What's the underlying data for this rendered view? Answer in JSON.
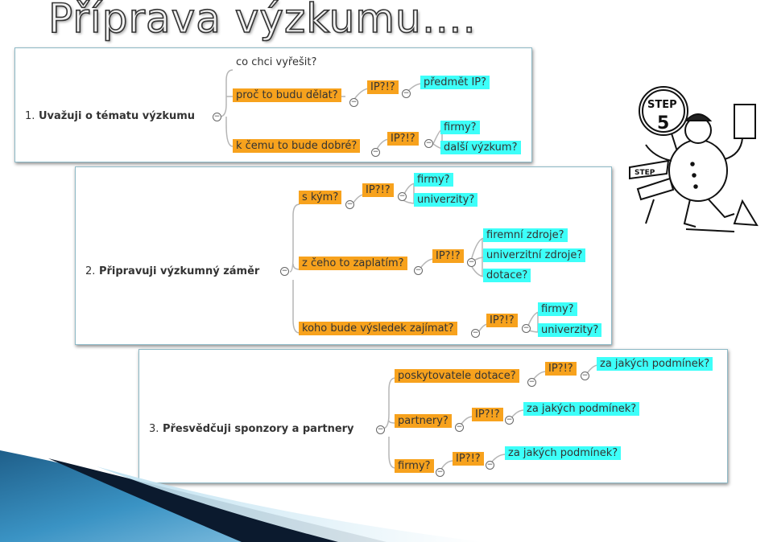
{
  "title": "Příprava výzkumu….",
  "panels": [
    {
      "root_num": "1.",
      "root_label": "Uvažuji o tématu výzkumu",
      "nodes": [
        "co chci vyřešit?",
        "proč to budu dělat?",
        "k čemu to bude dobré?",
        "IP?!?",
        "IP?!?",
        "předmět IP?",
        "firmy?",
        "další výzkum?"
      ]
    },
    {
      "root_num": "2.",
      "root_label": "Připravuji výzkumný záměr",
      "nodes": [
        "s kým?",
        "z čeho to zaplatím?",
        "koho bude výsledek zajímat?",
        "IP?!?",
        "IP?!?",
        "IP?!?",
        "firmy?",
        "univerzity?",
        "firemní zdroje?",
        "univerzitní zdroje?",
        "dotace?",
        "firmy?",
        "univerzity?"
      ]
    },
    {
      "root_num": "3.",
      "root_label": "Přesvědčuji sponzory a partnery",
      "nodes": [
        "poskytovatele dotace?",
        "partnery?",
        "firmy?",
        "IP?!?",
        "IP?!?",
        "IP?!?",
        "za jakých podmínek?",
        "za jakých podmínek?",
        "za jakých podmínek?"
      ]
    }
  ],
  "clipart": {
    "sign_text": "STEP",
    "sign_number": "5",
    "sign2_text": "STEP"
  },
  "colors": {
    "orange": "#f7a21d",
    "cyan": "#3dfff9",
    "panel_border": "#8db9c6"
  }
}
